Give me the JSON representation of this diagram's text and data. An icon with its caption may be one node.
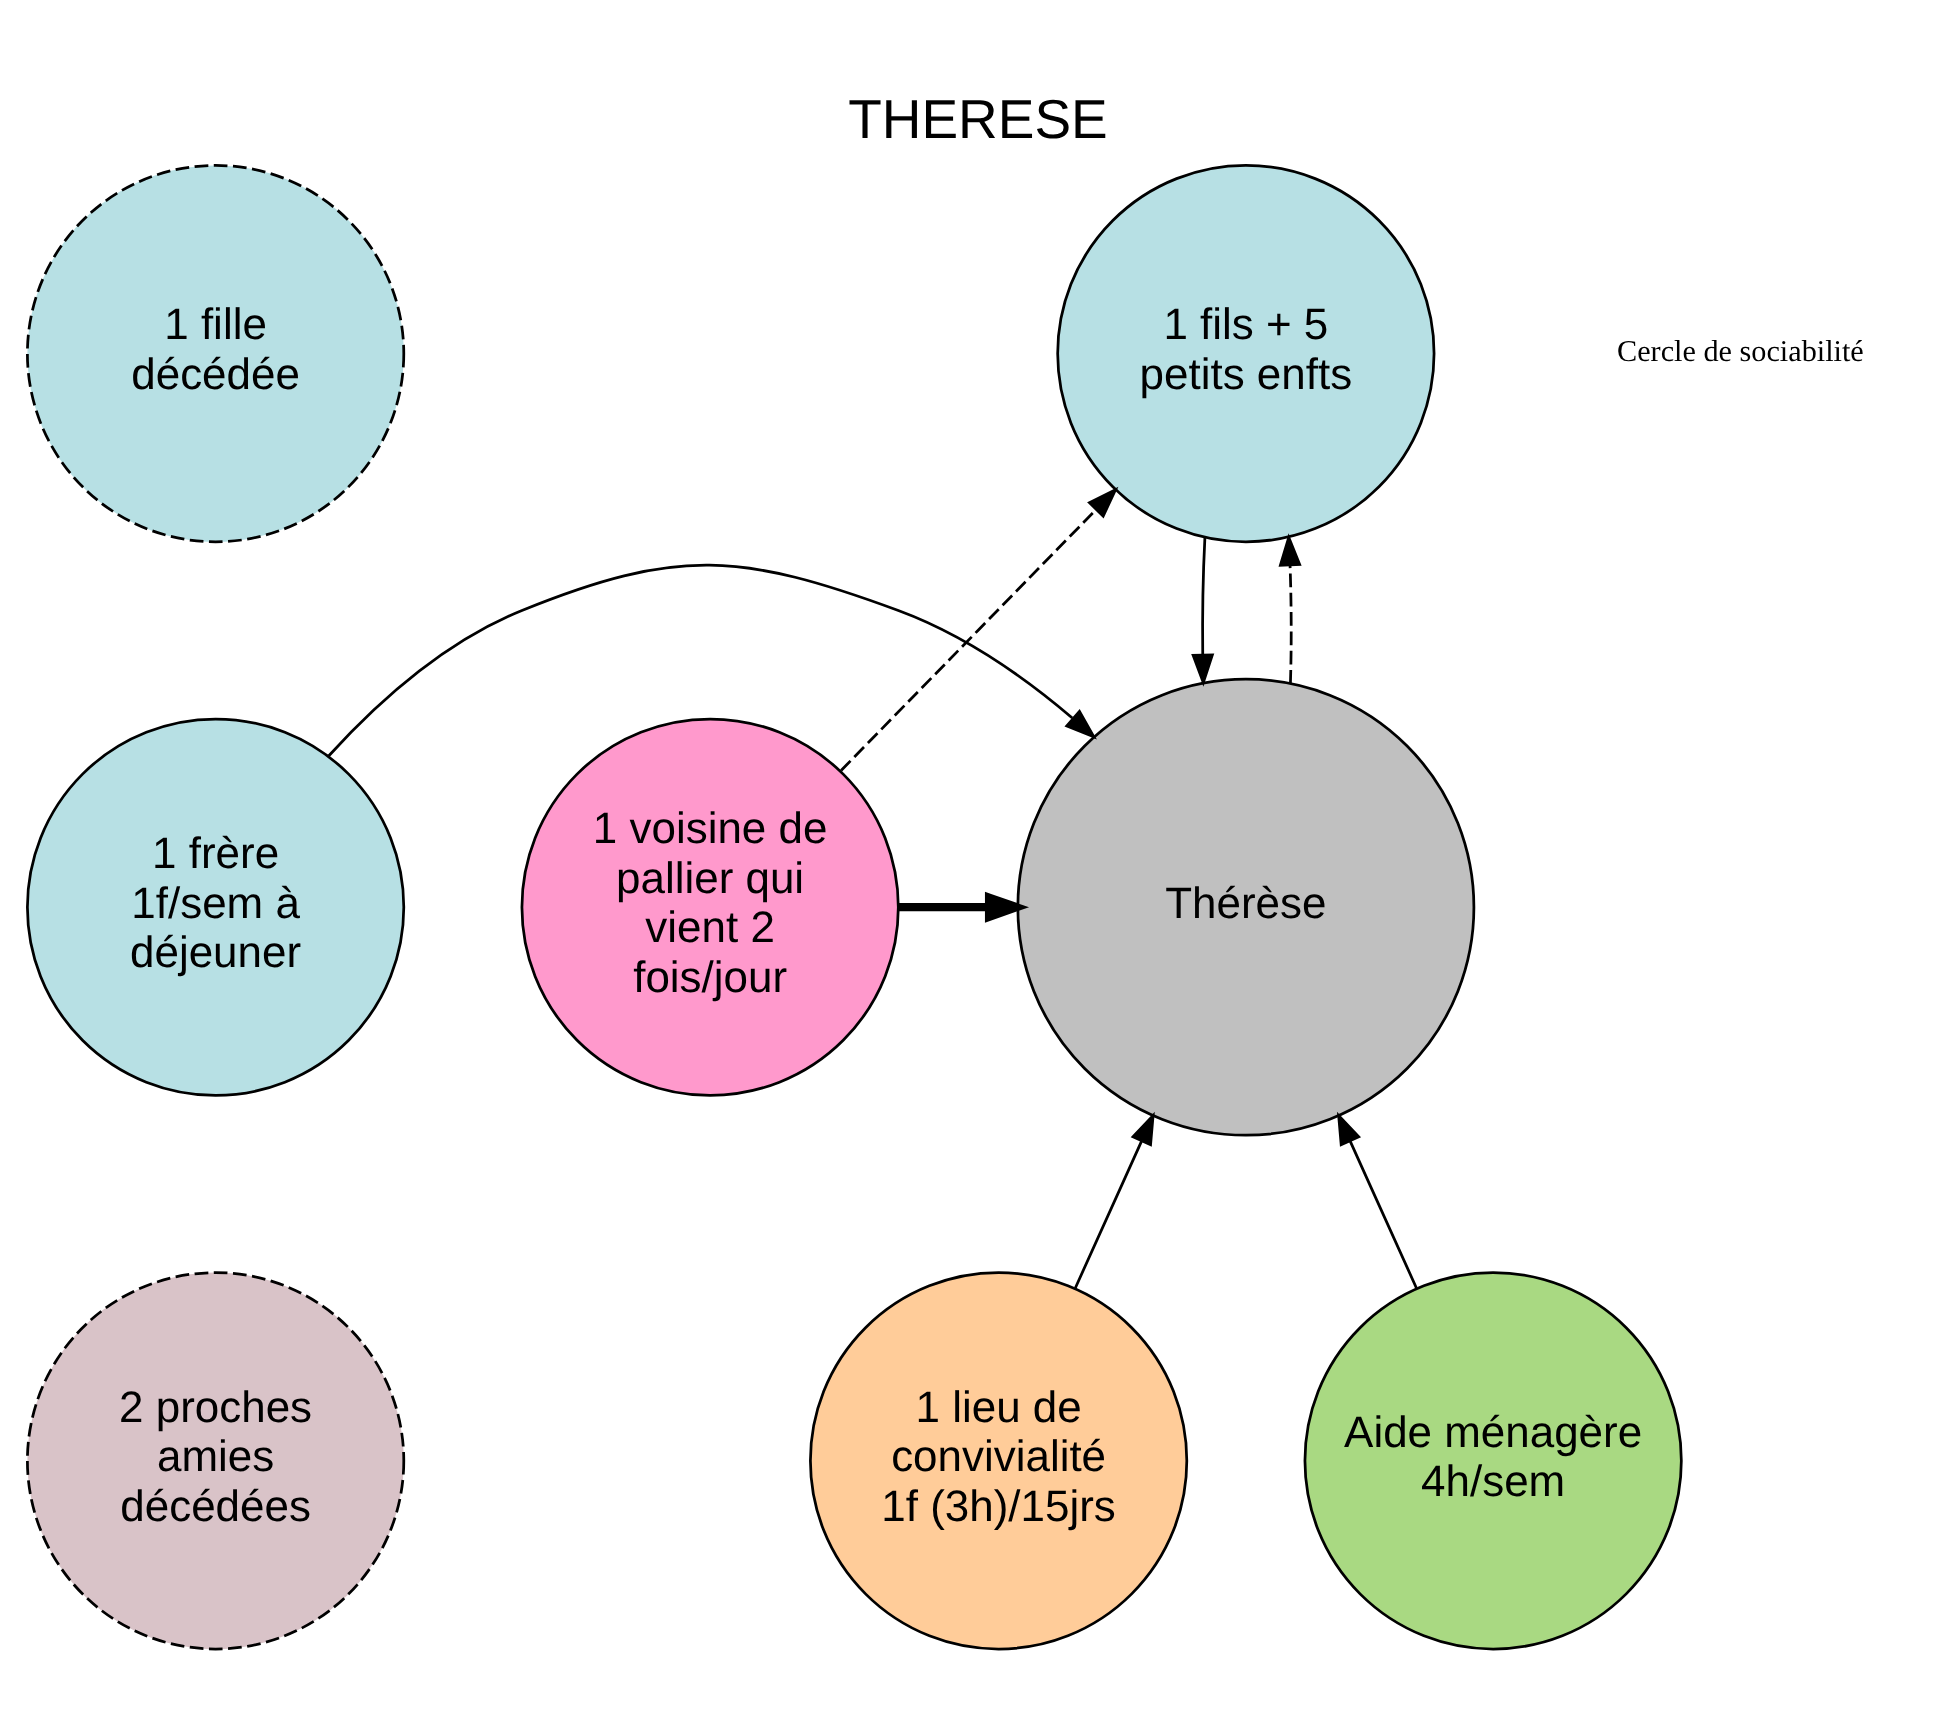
{
  "diagram": {
    "title": "THERESE",
    "nodes": [
      {
        "text": [
          "1 fille décédée"
        ]
      },
      {
        "text": [
          "1 fils + 5 petits enfts"
        ]
      },
      {
        "text": [
          "1 voisine de pallier qui vient 2 fois/jour"
        ]
      },
      {
        "text": [
          "1 frère 1f/sem à déjeuner"
        ]
      },
      {
        "text": [
          "Thérèse"
        ]
      },
      {
        "text": [
          "1 lieu de convivialité 1f (3h)/15jrs"
        ]
      },
      {
        "text": [
          "Aide ménagère 4h/sem"
        ]
      },
      {
        "text": [
          "2 proches amies décédées"
        ]
      }
    ],
    "edges": [
      {
        "from": 1,
        "to": 4,
        "arrow": "to"
      },
      {
        "from": 4,
        "to": 1,
        "arrow": "to",
        "style": "dashed"
      },
      {
        "from": 2,
        "to": 1,
        "arrow": "to",
        "style": "dashed"
      },
      {
        "from": 2,
        "to": 4,
        "arrow": "to",
        "style": "thick"
      },
      {
        "from": 3,
        "to": 4,
        "arrow": "to"
      },
      {
        "from": 5,
        "to": 4,
        "arrow": "to"
      },
      {
        "from": 6,
        "to": 4,
        "arrow": "to"
      }
    ],
    "labels": [
      "Cercle de sociabilité"
    ]
  }
}
